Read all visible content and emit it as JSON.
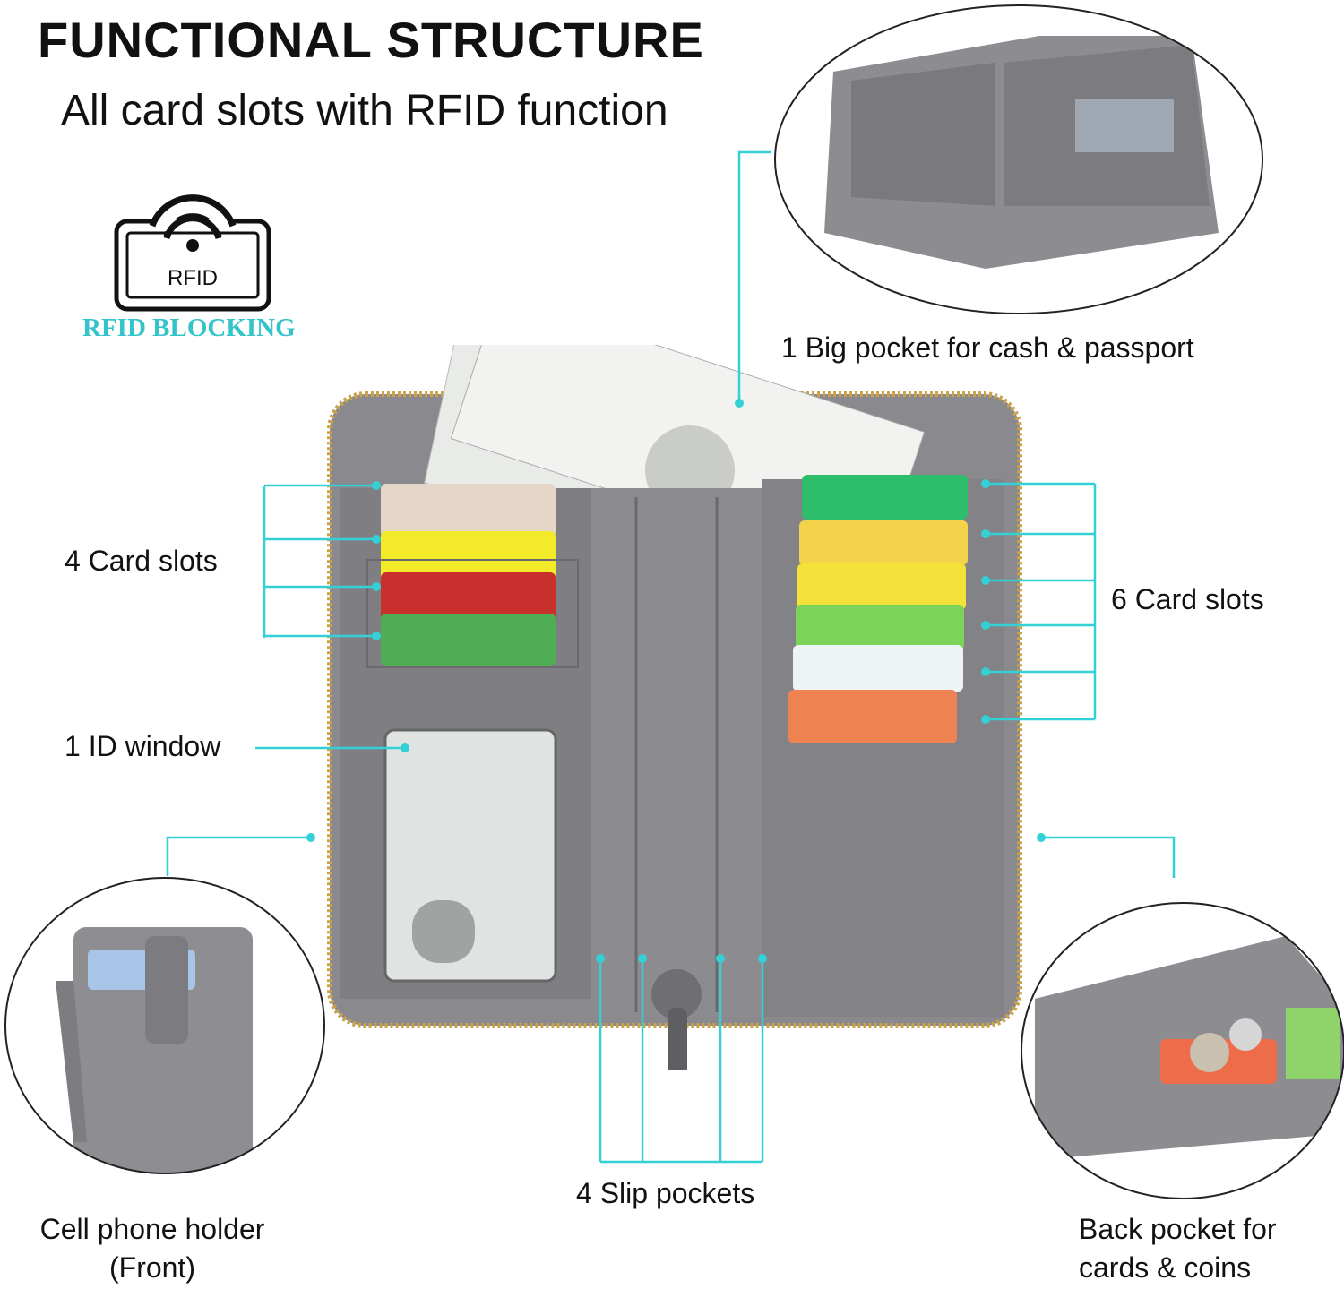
{
  "header": {
    "title": "FUNCTIONAL STRUCTURE",
    "subtitle": "All card slots with RFID function"
  },
  "rfid_badge": {
    "icon": "rfid-wifi-icon",
    "inner_label": "RFID",
    "caption": "RFID BLOCKING",
    "caption_color": "#33c3c9"
  },
  "callouts": {
    "big_pocket": "1 Big pocket for cash & passport",
    "left_card_slots": "4 Card slots",
    "right_card_slots": "6 Card slots",
    "id_window": "1 ID window",
    "slip_pockets": "4 Slip pockets",
    "phone_holder_line1": "Cell phone holder",
    "phone_holder_line2": "(Front)",
    "back_pocket_line1": "Back pocket for",
    "back_pocket_line2": "cards & coins"
  },
  "colors": {
    "accent_line": "#33d0d6",
    "wallet_gray": "#7d7c80"
  }
}
